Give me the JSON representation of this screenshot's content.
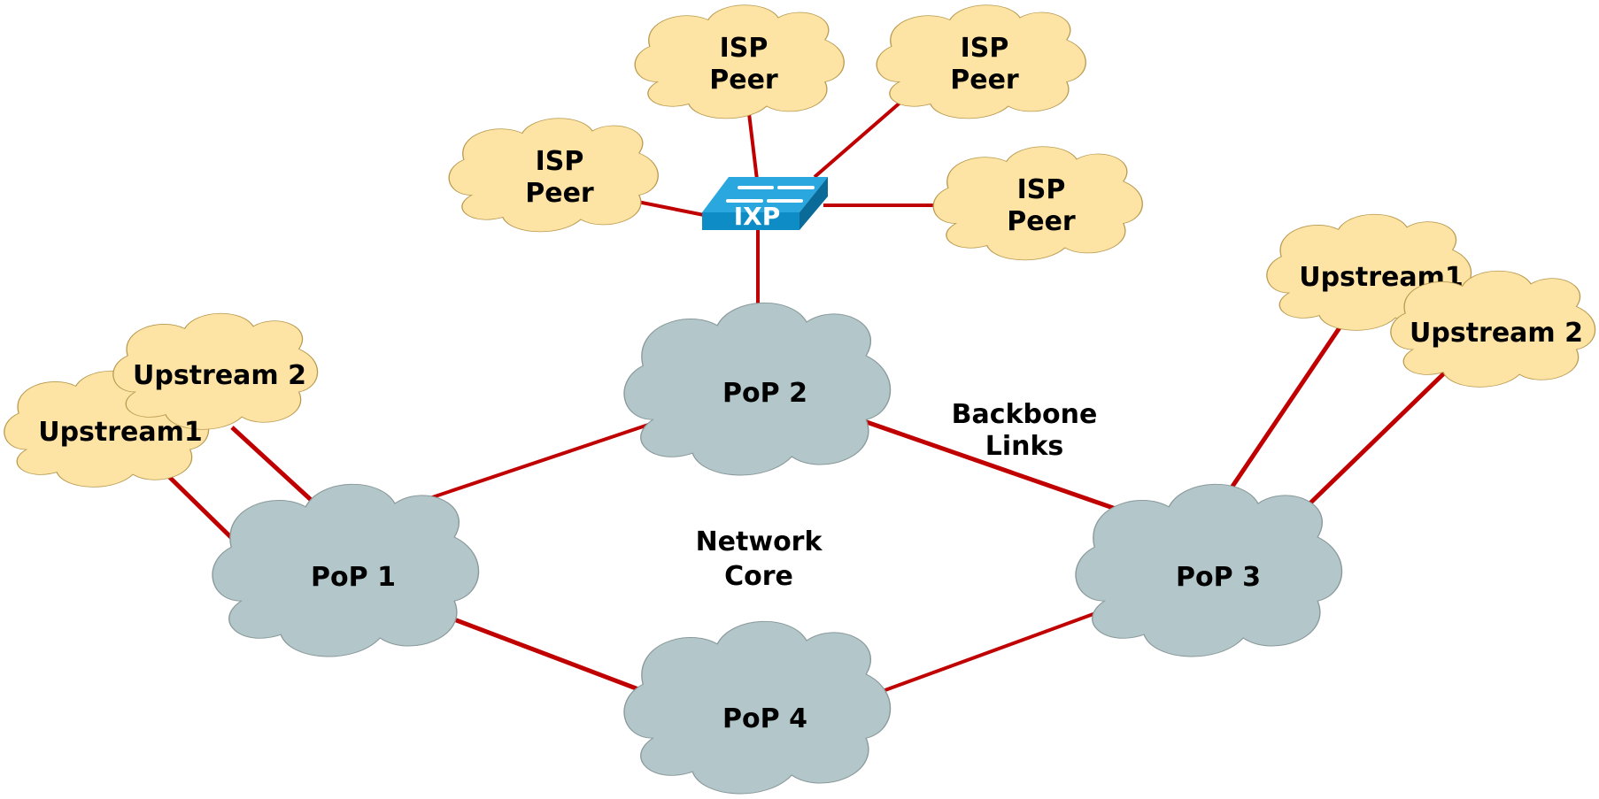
{
  "colors": {
    "link": "#c00000",
    "pop_cloud_fill": "#b3c6c9",
    "pop_cloud_stroke": "#8a9a9c",
    "peer_cloud_fill": "#fde3a4",
    "peer_cloud_stroke": "#b89a50",
    "ixp_top": "#2aa7de",
    "ixp_front": "#0d8cc6",
    "ixp_side": "#0a6b99",
    "ixp_text": "#ffffff"
  },
  "ixp": {
    "label": "IXP",
    "icon": "switch-icon"
  },
  "pops": [
    {
      "id": "pop1",
      "label": "PoP 1"
    },
    {
      "id": "pop2",
      "label": "PoP 2"
    },
    {
      "id": "pop3",
      "label": "PoP 3"
    },
    {
      "id": "pop4",
      "label": "PoP 4"
    }
  ],
  "isp_peers": [
    {
      "id": "peer_top_left",
      "line1": "ISP",
      "line2": "Peer"
    },
    {
      "id": "peer_top_right",
      "line1": "ISP",
      "line2": "Peer"
    },
    {
      "id": "peer_left",
      "line1": "ISP",
      "line2": "Peer"
    },
    {
      "id": "peer_right",
      "line1": "ISP",
      "line2": "Peer"
    }
  ],
  "upstreams_left": [
    {
      "id": "left_up1",
      "label": "Upstream1"
    },
    {
      "id": "left_up2",
      "label": "Upstream 2"
    }
  ],
  "upstreams_right": [
    {
      "id": "right_up1",
      "label": "Upstream1"
    },
    {
      "id": "right_up2",
      "label": "Upstream 2"
    }
  ],
  "annotations": {
    "backbone_line1": "Backbone",
    "backbone_line2": "Links",
    "core_line1": "Network",
    "core_line2": "Core"
  },
  "links": [
    [
      "pop1",
      "pop2"
    ],
    [
      "pop2",
      "pop3"
    ],
    [
      "pop3",
      "pop4"
    ],
    [
      "pop4",
      "pop1"
    ],
    [
      "pop2",
      "ixp"
    ],
    [
      "ixp",
      "peer_left"
    ],
    [
      "ixp",
      "peer_top_left"
    ],
    [
      "ixp",
      "peer_top_right"
    ],
    [
      "ixp",
      "peer_right"
    ],
    [
      "pop1",
      "left_up1"
    ],
    [
      "pop1",
      "left_up2"
    ],
    [
      "pop3",
      "right_up1"
    ],
    [
      "pop3",
      "right_up2"
    ]
  ]
}
